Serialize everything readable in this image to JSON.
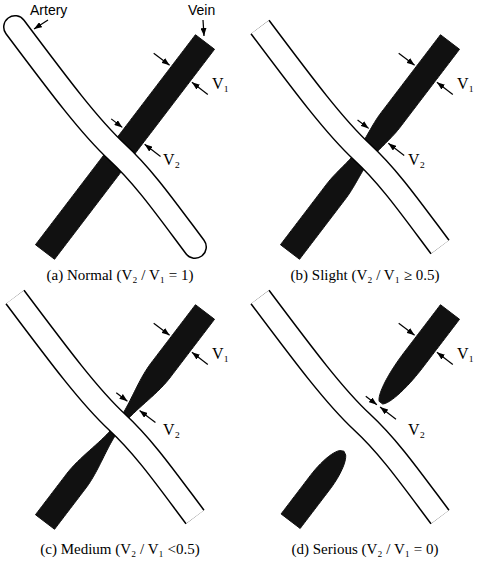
{
  "diagram": {
    "labels": [
      "Artery",
      "Vein",
      "V₁",
      "V₂",
      "V₁",
      "V₂",
      "(a) Normal (V₂ / V₁ = 1)",
      "(b) Slight (V₂ / V₁ ≥ 0.5)",
      "V₁",
      "V₂",
      "V₁",
      "V₂",
      "(c) Medium (V₂ / V₁ <0.5)",
      "(d) Serious (V₂ / V₁ = 0)"
    ]
  }
}
